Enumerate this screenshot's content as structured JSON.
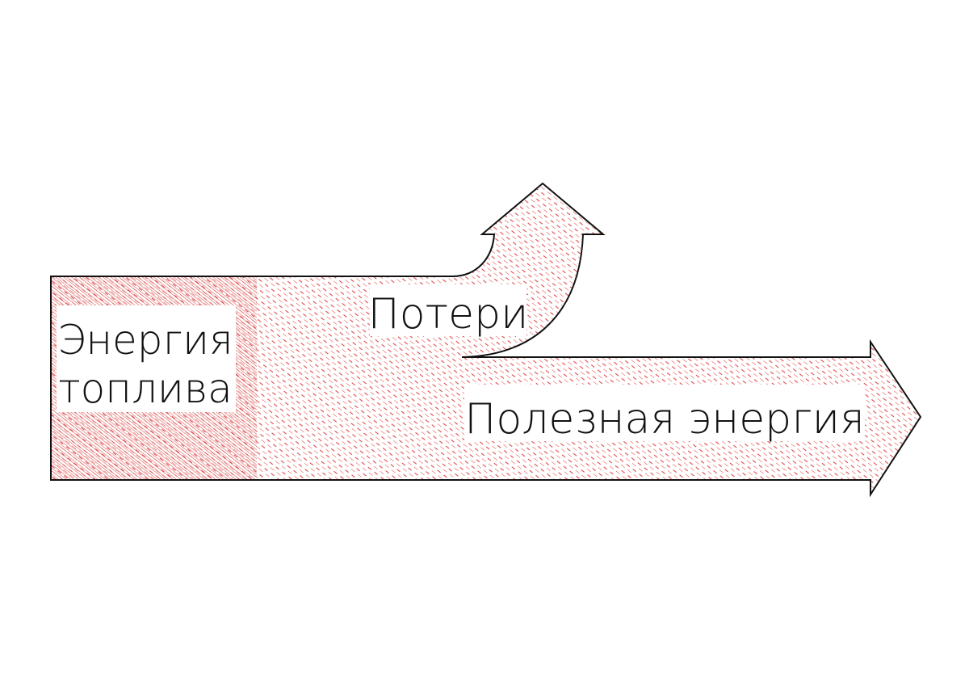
{
  "diagram": {
    "source_label_line1": "Энергия",
    "source_label_line2": "топлива",
    "losses_label": "Потери",
    "useful_label": "Полезная энергия"
  },
  "colors": {
    "hatch": "#e04848",
    "hatch_dense": "#d03a3a",
    "outline": "#111111",
    "background": "#ffffff"
  }
}
